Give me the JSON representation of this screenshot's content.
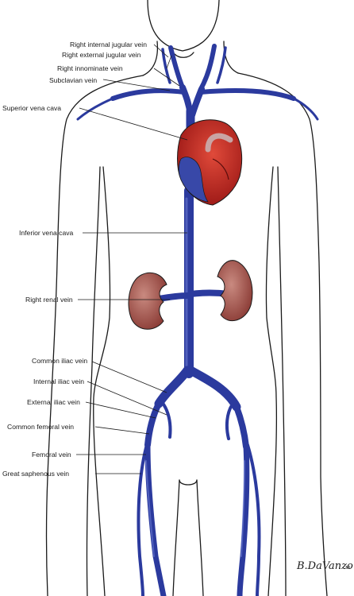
{
  "labels": {
    "right_internal_jugular": "Right internal jugular vein",
    "right_external_jugular": "Right external jugular vein",
    "right_innominate": "Right innominate vein",
    "subclavian": "Subclavian vein",
    "superior_vena_cava": "Superior vena cava",
    "inferior_vena_cava": "Inferior vena cava",
    "right_renal": "Right renal vein",
    "common_iliac": "Common iliac vein",
    "internal_iliac": "Internal iliac vein",
    "external_iliac": "External iliac vein",
    "common_femoral": "Common femoral vein",
    "femoral": "Femoral vein",
    "great_saphenous": "Great saphenous vein"
  },
  "signature": {
    "name": "B.DaVanzo",
    "credential": "CMI"
  },
  "colors": {
    "vein": "#2b3a9e",
    "heart": "#b32120",
    "kidney": "#a6514a",
    "outline": "#1a1a1a"
  }
}
